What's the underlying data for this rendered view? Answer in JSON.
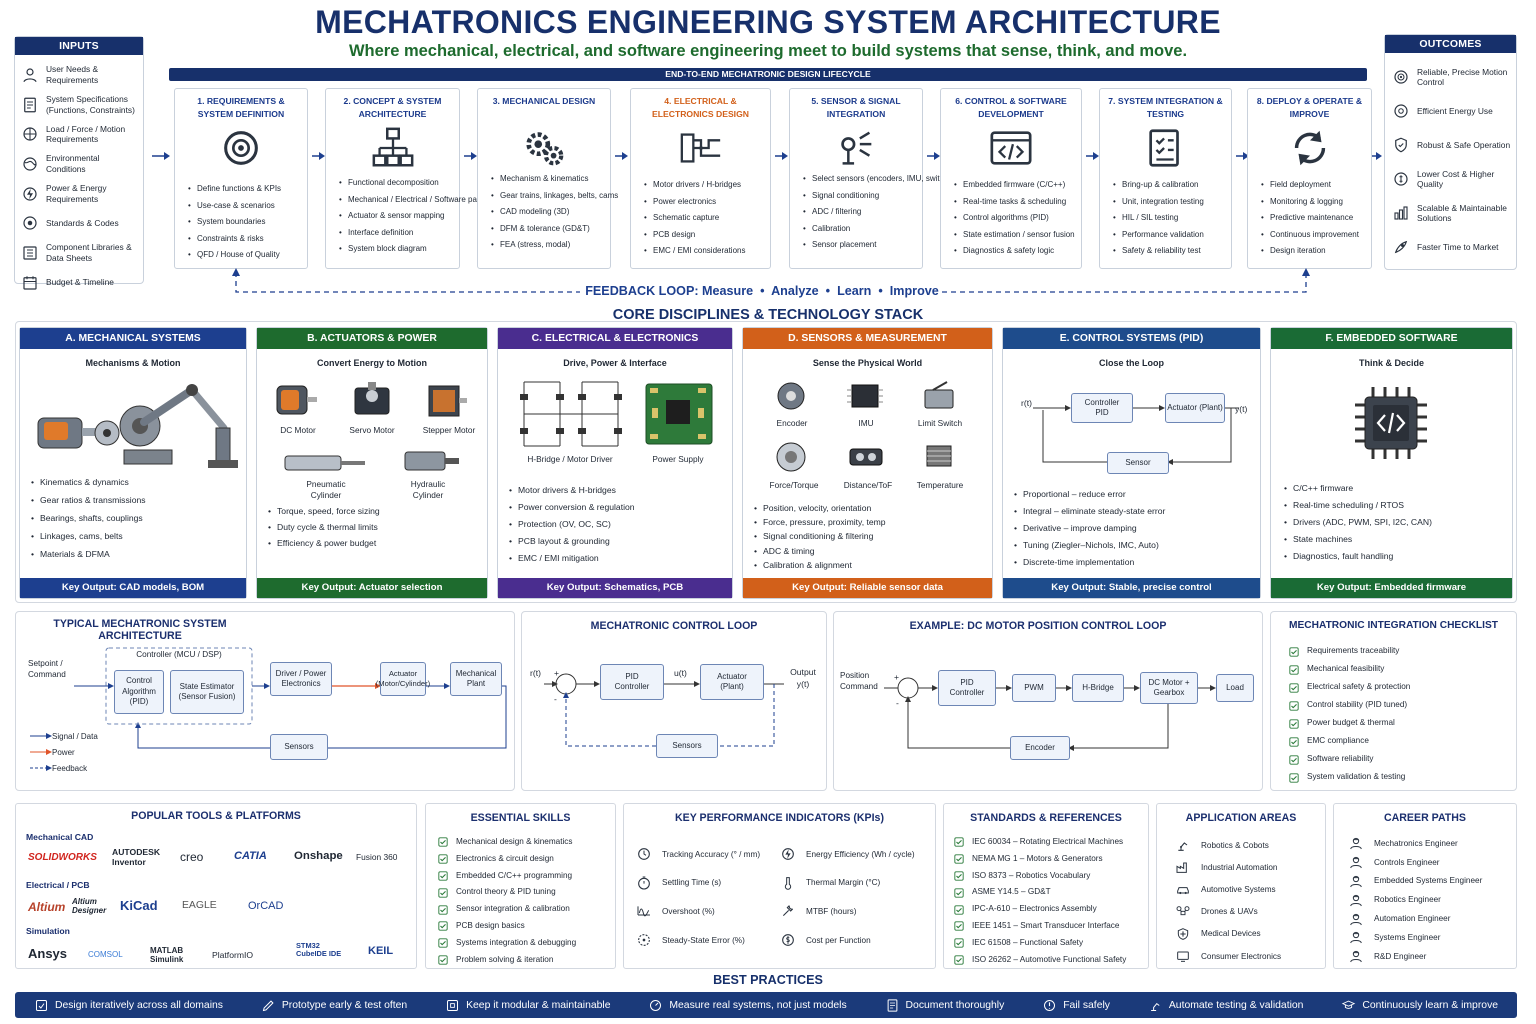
{
  "title": "MECHATRONICS ENGINEERING SYSTEM ARCHITECTURE",
  "subtitle": "Where mechanical, electrical, and software engineering meet to build systems that sense, think, and move.",
  "inputs": {
    "title": "INPUTS",
    "items": [
      {
        "icon": "person-icon",
        "label": "User Needs & Requirements"
      },
      {
        "icon": "spec-icon",
        "label": "System Specifications (Functions, Constraints)"
      },
      {
        "icon": "load-icon",
        "label": "Load / Force / Motion Requirements"
      },
      {
        "icon": "environment-icon",
        "label": "Environmental Conditions"
      },
      {
        "icon": "power-icon",
        "label": "Power & Energy Requirements"
      },
      {
        "icon": "standards-icon",
        "label": "Standards & Codes"
      },
      {
        "icon": "library-icon",
        "label": "Component Libraries & Data Sheets"
      },
      {
        "icon": "calendar-icon",
        "label": "Budget & Timeline"
      }
    ]
  },
  "outcomes": {
    "title": "OUTCOMES",
    "items": [
      {
        "icon": "target-icon",
        "label": "Reliable, Precise Motion Control"
      },
      {
        "icon": "energy-icon",
        "label": "Efficient Energy Use"
      },
      {
        "icon": "shield-icon",
        "label": "Robust & Safe Operation"
      },
      {
        "icon": "coin-icon",
        "label": "Lower Cost & Higher Quality"
      },
      {
        "icon": "scale-icon",
        "label": "Scalable & Maintainable Solutions"
      },
      {
        "icon": "rocket-icon",
        "label": "Faster Time to Market"
      }
    ]
  },
  "lifecycle": {
    "title": "END-TO-END MECHATRONIC DESIGN LIFECYCLE",
    "stages": [
      {
        "title": "1. REQUIREMENTS & SYSTEM DEFINITION",
        "icon": "target-icon",
        "items": [
          "Define functions & KPIs",
          "Use-case & scenarios",
          "System boundaries",
          "Constraints & risks",
          "QFD / House of Quality"
        ]
      },
      {
        "title": "2. CONCEPT & SYSTEM ARCHITECTURE",
        "icon": "hierarchy-icon",
        "items": [
          "Functional decomposition",
          "Mechanical / Electrical / Software partitioning",
          "Actuator & sensor mapping",
          "Interface definition",
          "System block diagram"
        ]
      },
      {
        "title": "3. MECHANICAL DESIGN",
        "icon": "gears-icon",
        "items": [
          "Mechanism & kinematics",
          "Gear trains, linkages, belts, cams",
          "CAD modeling (3D)",
          "DFM & tolerance (GD&T)",
          "FEA (stress, modal)"
        ]
      },
      {
        "title": "4. ELECTRICAL & ELECTRONICS DESIGN",
        "icon": "circuit-icon",
        "items": [
          "Motor drivers / H-bridges",
          "Power electronics",
          "Schematic capture",
          "PCB design",
          "EMC / EMI considerations"
        ]
      },
      {
        "title": "5. SENSOR & SIGNAL INTEGRATION",
        "icon": "sensor-icon",
        "items": [
          "Select sensors (encoders, IMU, switches, F/T, etc.)",
          "Signal conditioning",
          "ADC / filtering",
          "Calibration",
          "Sensor placement"
        ]
      },
      {
        "title": "6. CONTROL & SOFTWARE DEVELOPMENT",
        "icon": "code-icon",
        "items": [
          "Embedded firmware (C/C++)",
          "Real-time tasks & scheduling",
          "Control algorithms (PID)",
          "State estimation / sensor fusion",
          "Diagnostics & safety logic"
        ]
      },
      {
        "title": "7. SYSTEM INTEGRATION & TESTING",
        "icon": "checklist-icon",
        "items": [
          "Bring-up & calibration",
          "Unit, integration testing",
          "HIL / SIL testing",
          "Performance validation",
          "Safety & reliability test"
        ]
      },
      {
        "title": "8. DEPLOY & OPERATE & IMPROVE",
        "icon": "cycle-icon",
        "items": [
          "Field deployment",
          "Monitoring & logging",
          "Predictive maintenance",
          "Continuous improvement",
          "Design iteration"
        ]
      }
    ],
    "feedback": "FEEDBACK LOOP: Measure  •  Analyze  •  Learn  •  Improve"
  },
  "disciplines": {
    "title": "CORE DISCIPLINES & TECHNOLOGY STACK",
    "mechanical": {
      "title": "A. MECHANICAL SYSTEMS",
      "subtitle": "Mechanisms & Motion",
      "items": [
        "Kinematics & dynamics",
        "Gear ratios & transmissions",
        "Bearings, shafts, couplings",
        "Linkages, cams, belts",
        "Materials & DFMA"
      ],
      "footer": "Key Output: CAD models, BOM"
    },
    "actuators": {
      "title": "B. ACTUATORS & POWER",
      "subtitle": "Convert Energy to Motion",
      "labels": [
        "DC Motor",
        "Servo Motor",
        "Stepper Motor",
        "Pneumatic Cylinder",
        "Hydraulic Cylinder"
      ],
      "items": [
        "Torque, speed, force sizing",
        "Duty cycle & thermal limits",
        "Efficiency & power budget"
      ],
      "footer": "Key Output: Actuator selection"
    },
    "electrical": {
      "title": "C. ELECTRICAL & ELECTRONICS",
      "subtitle": "Drive, Power & Interface",
      "labels": [
        "H-Bridge / Motor Driver",
        "Power Supply"
      ],
      "items": [
        "Motor drivers & H-bridges",
        "Power conversion & regulation",
        "Protection (OV, OC, SC)",
        "PCB layout & grounding",
        "EMC / EMI mitigation"
      ],
      "footer": "Key Output: Schematics, PCB"
    },
    "sensors": {
      "title": "D. SENSORS & MEASUREMENT",
      "subtitle": "Sense the Physical World",
      "labels": [
        "Encoder",
        "IMU",
        "Limit Switch",
        "Force/Torque",
        "Distance/ToF",
        "Temperature"
      ],
      "items": [
        "Position, velocity, orientation",
        "Force, pressure, proximity, temp",
        "Signal conditioning & filtering",
        "ADC & timing",
        "Calibration & alignment"
      ],
      "footer": "Key Output: Reliable sensor data"
    },
    "control": {
      "title": "E. CONTROL SYSTEMS (PID)",
      "subtitle": "Close the Loop",
      "diagram": {
        "input": "r(t)",
        "controller": "Controller PID",
        "actuator": "Actuator (Plant)",
        "output": "y(t)",
        "sensor": "Sensor"
      },
      "items": [
        "Proportional – reduce error",
        "Integral – eliminate steady-state error",
        "Derivative – improve damping",
        "Tuning (Ziegler–Nichols, IMC, Auto)",
        "Discrete-time implementation"
      ],
      "footer": "Key Output: Stable, precise control"
    },
    "software": {
      "title": "F. EMBEDDED SOFTWARE",
      "subtitle": "Think & Decide",
      "items": [
        "C/C++ firmware",
        "Real-time scheduling / RTOS",
        "Drivers (ADC, PWM, SPI, I2C, CAN)",
        "State machines",
        "Diagnostics, fault handling"
      ],
      "footer": "Key Output: Embedded firmware"
    }
  },
  "architecture": {
    "title": "TYPICAL MECHATRONIC SYSTEM ARCHITECTURE",
    "setpoint": "Setpoint / Command",
    "controller": "Controller (MCU / DSP)",
    "algorithm": "Control Algorithm (PID)",
    "estimator": "State Estimator (Sensor Fusion)",
    "driver": "Driver / Power Electronics",
    "actuator": "Actuator (Motor/Cylinder)",
    "plant": "Mechanical Plant",
    "sensors": "Sensors",
    "legend": [
      "Signal / Data",
      "Power",
      "Feedback"
    ]
  },
  "control_loop": {
    "title": "MECHATRONIC CONTROL LOOP",
    "input": "r(t)",
    "controller": "PID Controller",
    "u": "u(t)",
    "actuator": "Actuator (Plant)",
    "output": "Output y(t)",
    "sensors": "Sensors",
    "plus": "+",
    "minus": "-"
  },
  "dc_motor": {
    "title": "EXAMPLE: DC MOTOR POSITION CONTROL LOOP",
    "input": "Position Command",
    "pid": "PID Controller",
    "pwm": "PWM",
    "hbridge": "H-Bridge",
    "motor": "DC Motor + Gearbox",
    "load": "Load",
    "encoder": "Encoder",
    "plus": "+",
    "minus": "-"
  },
  "checklist": {
    "title": "MECHATRONIC INTEGRATION CHECKLIST",
    "items": [
      "Requirements traceability",
      "Mechanical feasibility",
      "Electrical safety & protection",
      "Control stability (PID tuned)",
      "Power budget & thermal",
      "EMC compliance",
      "Software reliability",
      "System validation & testing"
    ]
  },
  "tools": {
    "title": "POPULAR TOOLS & PLATFORMS",
    "cad_label": "Mechanical CAD",
    "cad": [
      "SOLIDWORKS",
      "AUTODESK Inventor",
      "creo",
      "CATIA",
      "Onshape",
      "Fusion 360"
    ],
    "pcb_label": "Electrical / PCB",
    "pcb": [
      "Altium",
      "Altium Designer",
      "KiCad",
      "EAGLE",
      "OrCAD"
    ],
    "sim_label": "Simulation",
    "sim": [
      "Ansys",
      "COMSOL",
      "MATLAB Simulink",
      "PlatformIO",
      "STM32 CubeIDE IDE",
      "KEIL"
    ]
  },
  "skills": {
    "title": "ESSENTIAL SKILLS",
    "items": [
      "Mechanical design & kinematics",
      "Electronics & circuit design",
      "Embedded C/C++ programming",
      "Control theory & PID tuning",
      "Sensor integration & calibration",
      "PCB design basics",
      "Systems integration & debugging",
      "Problem solving & iteration"
    ]
  },
  "kpis": {
    "title": "KEY PERFORMANCE INDICATORS (KPIs)",
    "left": [
      "Tracking Accuracy (° / mm)",
      "Settling Time (s)",
      "Overshoot (%)",
      "Steady-State Error (%)"
    ],
    "right": [
      "Energy Efficiency (Wh / cycle)",
      "Thermal Margin (°C)",
      "MTBF (hours)",
      "Cost per Function"
    ]
  },
  "standards": {
    "title": "STANDARDS & REFERENCES",
    "items": [
      "IEC 60034 – Rotating Electrical Machines",
      "NEMA MG 1 – Motors & Generators",
      "ISO 8373 – Robotics Vocabulary",
      "ASME Y14.5 – GD&T",
      "IPC-A-610 – Electronics Assembly",
      "IEEE 1451 – Smart Transducer Interface",
      "IEC 61508 – Functional Safety",
      "ISO 26262 – Automotive Functional Safety"
    ]
  },
  "applications": {
    "title": "APPLICATION AREAS",
    "items": [
      "Robotics & Cobots",
      "Industrial Automation",
      "Automotive Systems",
      "Drones & UAVs",
      "Medical Devices",
      "Consumer Electronics"
    ]
  },
  "careers": {
    "title": "CAREER PATHS",
    "items": [
      "Mechatronics Engineer",
      "Controls Engineer",
      "Embedded Systems Engineer",
      "Robotics Engineer",
      "Automation Engineer",
      "Systems Engineer",
      "R&D Engineer"
    ]
  },
  "best_practices": {
    "title": "BEST PRACTICES",
    "items": [
      "Design iteratively across all domains",
      "Prototype early & test often",
      "Keep it modular & maintainable",
      "Measure real systems, not just models",
      "Document thoroughly",
      "Fail safely",
      "Automate testing & validation",
      "Continuously learn & improve"
    ]
  },
  "colors": {
    "navy": "#17306b",
    "green": "#1e6b2e",
    "blue": "#1d3f8f",
    "purple": "#4a2d8f",
    "orange": "#d2601a",
    "darkblue": "#1e4c8c",
    "darkgreen": "#1a6b35"
  }
}
